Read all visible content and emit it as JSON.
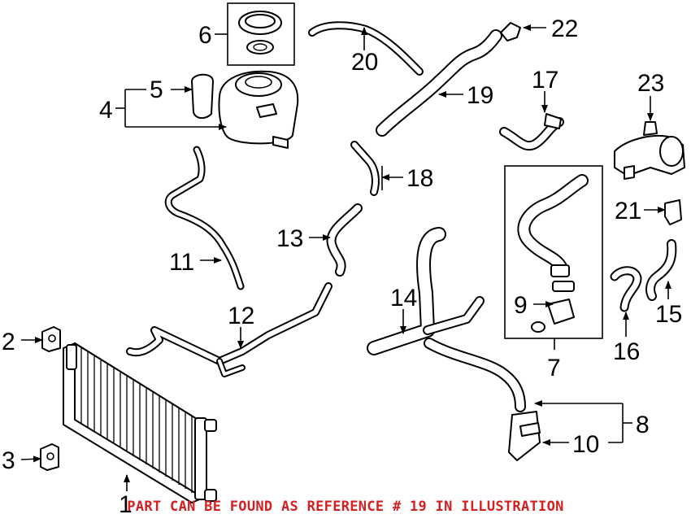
{
  "diagram": {
    "callouts": {
      "c1": "1",
      "c2": "2",
      "c3": "3",
      "c4": "4",
      "c5": "5",
      "c6": "6",
      "c7": "7",
      "c8": "8",
      "c9": "9",
      "c10": "10",
      "c11": "11",
      "c12": "12",
      "c13": "13",
      "c14": "14",
      "c15": "15",
      "c16": "16",
      "c17": "17",
      "c18": "18",
      "c19": "19",
      "c20": "20",
      "c21": "21",
      "c22": "22",
      "c23": "23"
    },
    "footer_note": "PART CAN BE FOUND AS REFERENCE # 19 IN ILLUSTRATION",
    "colors": {
      "line": "#000000",
      "background": "#ffffff",
      "note": "#d42020"
    }
  }
}
